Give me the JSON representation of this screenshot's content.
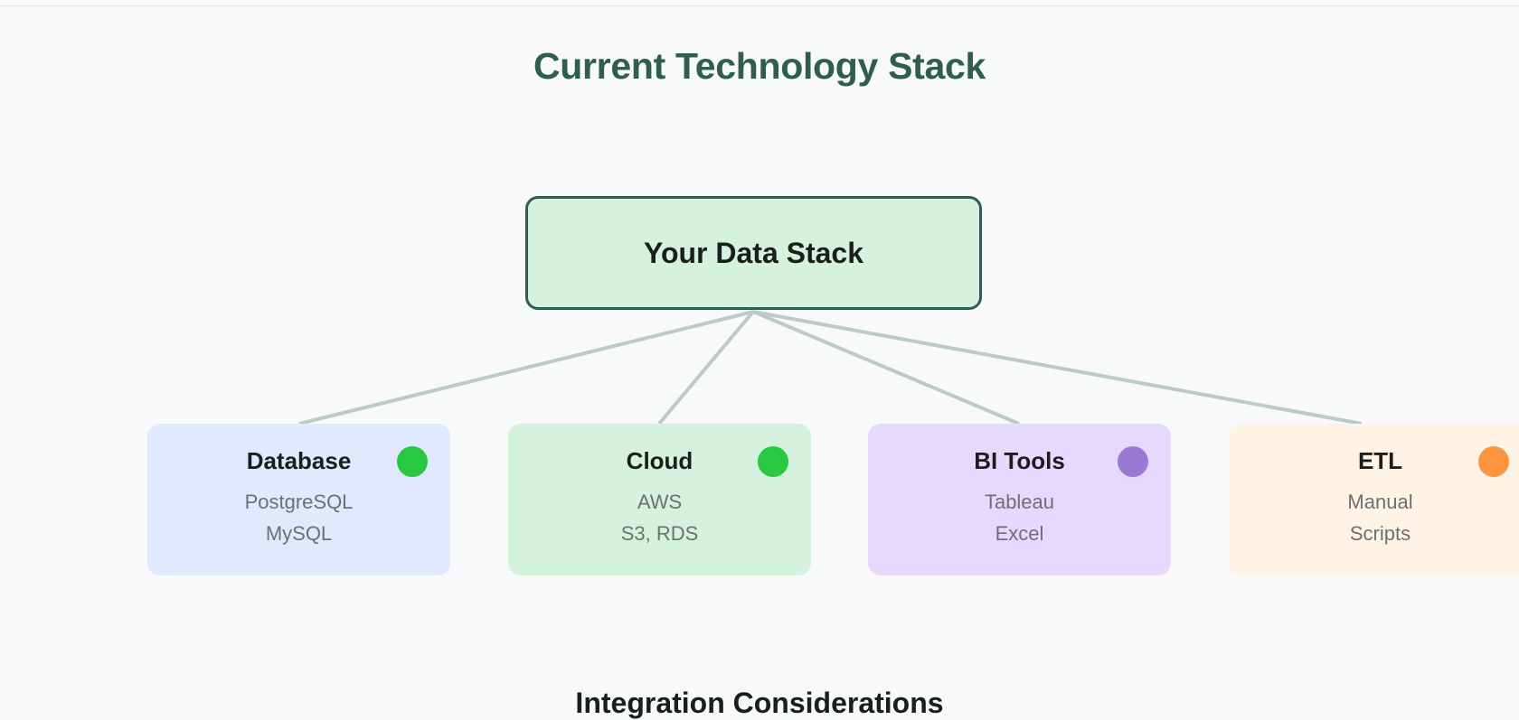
{
  "title": "Current Technology Stack",
  "root": {
    "label": "Your Data Stack",
    "fill": "#d5f2de",
    "border": "#2e5e4d"
  },
  "components": [
    {
      "title": "Database",
      "lines": [
        "PostgreSQL",
        "MySQL"
      ],
      "fill": "#e0e9fe",
      "status_color": "#28c840"
    },
    {
      "title": "Cloud",
      "lines": [
        "AWS",
        "S3, RDS"
      ],
      "fill": "#d5f2de",
      "status_color": "#28c840"
    },
    {
      "title": "BI Tools",
      "lines": [
        "Tableau",
        "Excel"
      ],
      "fill": "#e6d9fe",
      "status_color": "#9a79d4"
    },
    {
      "title": "ETL",
      "lines": [
        "Manual",
        "Scripts"
      ],
      "fill": "#fff3e5",
      "status_color": "#fd943f"
    }
  ],
  "connector_color": "#bccbc7",
  "footer_heading": "Integration Considerations"
}
